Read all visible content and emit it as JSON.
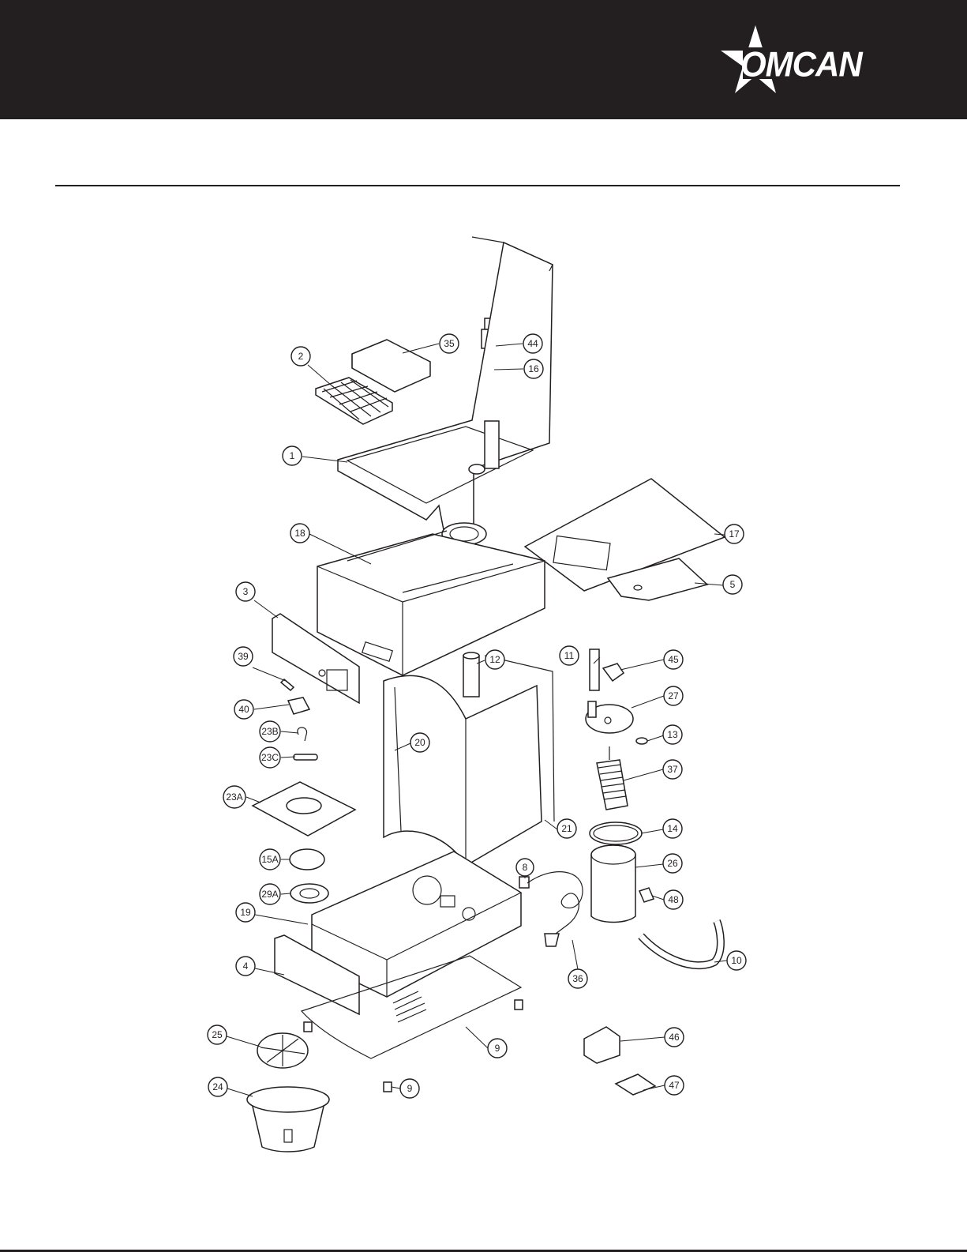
{
  "header": {
    "brand": "OMCAN",
    "band_color": "#231f20"
  },
  "callouts": [
    {
      "id": "c-35",
      "label": "35"
    },
    {
      "id": "c-44",
      "label": "44"
    },
    {
      "id": "c-16",
      "label": "16"
    },
    {
      "id": "c-2",
      "label": "2"
    },
    {
      "id": "c-1",
      "label": "1"
    },
    {
      "id": "c-18",
      "label": "18"
    },
    {
      "id": "c-17",
      "label": "17"
    },
    {
      "id": "c-5",
      "label": "5"
    },
    {
      "id": "c-3",
      "label": "3"
    },
    {
      "id": "c-39",
      "label": "39"
    },
    {
      "id": "c-12",
      "label": "12"
    },
    {
      "id": "c-11",
      "label": "11"
    },
    {
      "id": "c-45",
      "label": "45"
    },
    {
      "id": "c-27",
      "label": "27"
    },
    {
      "id": "c-40",
      "label": "40"
    },
    {
      "id": "c-23B",
      "label": "23B"
    },
    {
      "id": "c-20",
      "label": "20"
    },
    {
      "id": "c-13",
      "label": "13"
    },
    {
      "id": "c-23C",
      "label": "23C"
    },
    {
      "id": "c-37",
      "label": "37"
    },
    {
      "id": "c-23A",
      "label": "23A"
    },
    {
      "id": "c-21",
      "label": "21"
    },
    {
      "id": "c-14",
      "label": "14"
    },
    {
      "id": "c-15A",
      "label": "15A"
    },
    {
      "id": "c-26",
      "label": "26"
    },
    {
      "id": "c-8",
      "label": "8"
    },
    {
      "id": "c-29A",
      "label": "29A"
    },
    {
      "id": "c-48",
      "label": "48"
    },
    {
      "id": "c-19",
      "label": "19"
    },
    {
      "id": "c-10",
      "label": "10"
    },
    {
      "id": "c-4",
      "label": "4"
    },
    {
      "id": "c-36",
      "label": "36"
    },
    {
      "id": "c-25",
      "label": "25"
    },
    {
      "id": "c-9a",
      "label": "9"
    },
    {
      "id": "c-46",
      "label": "46"
    },
    {
      "id": "c-24",
      "label": "24"
    },
    {
      "id": "c-9b",
      "label": "9"
    },
    {
      "id": "c-47",
      "label": "47"
    }
  ]
}
